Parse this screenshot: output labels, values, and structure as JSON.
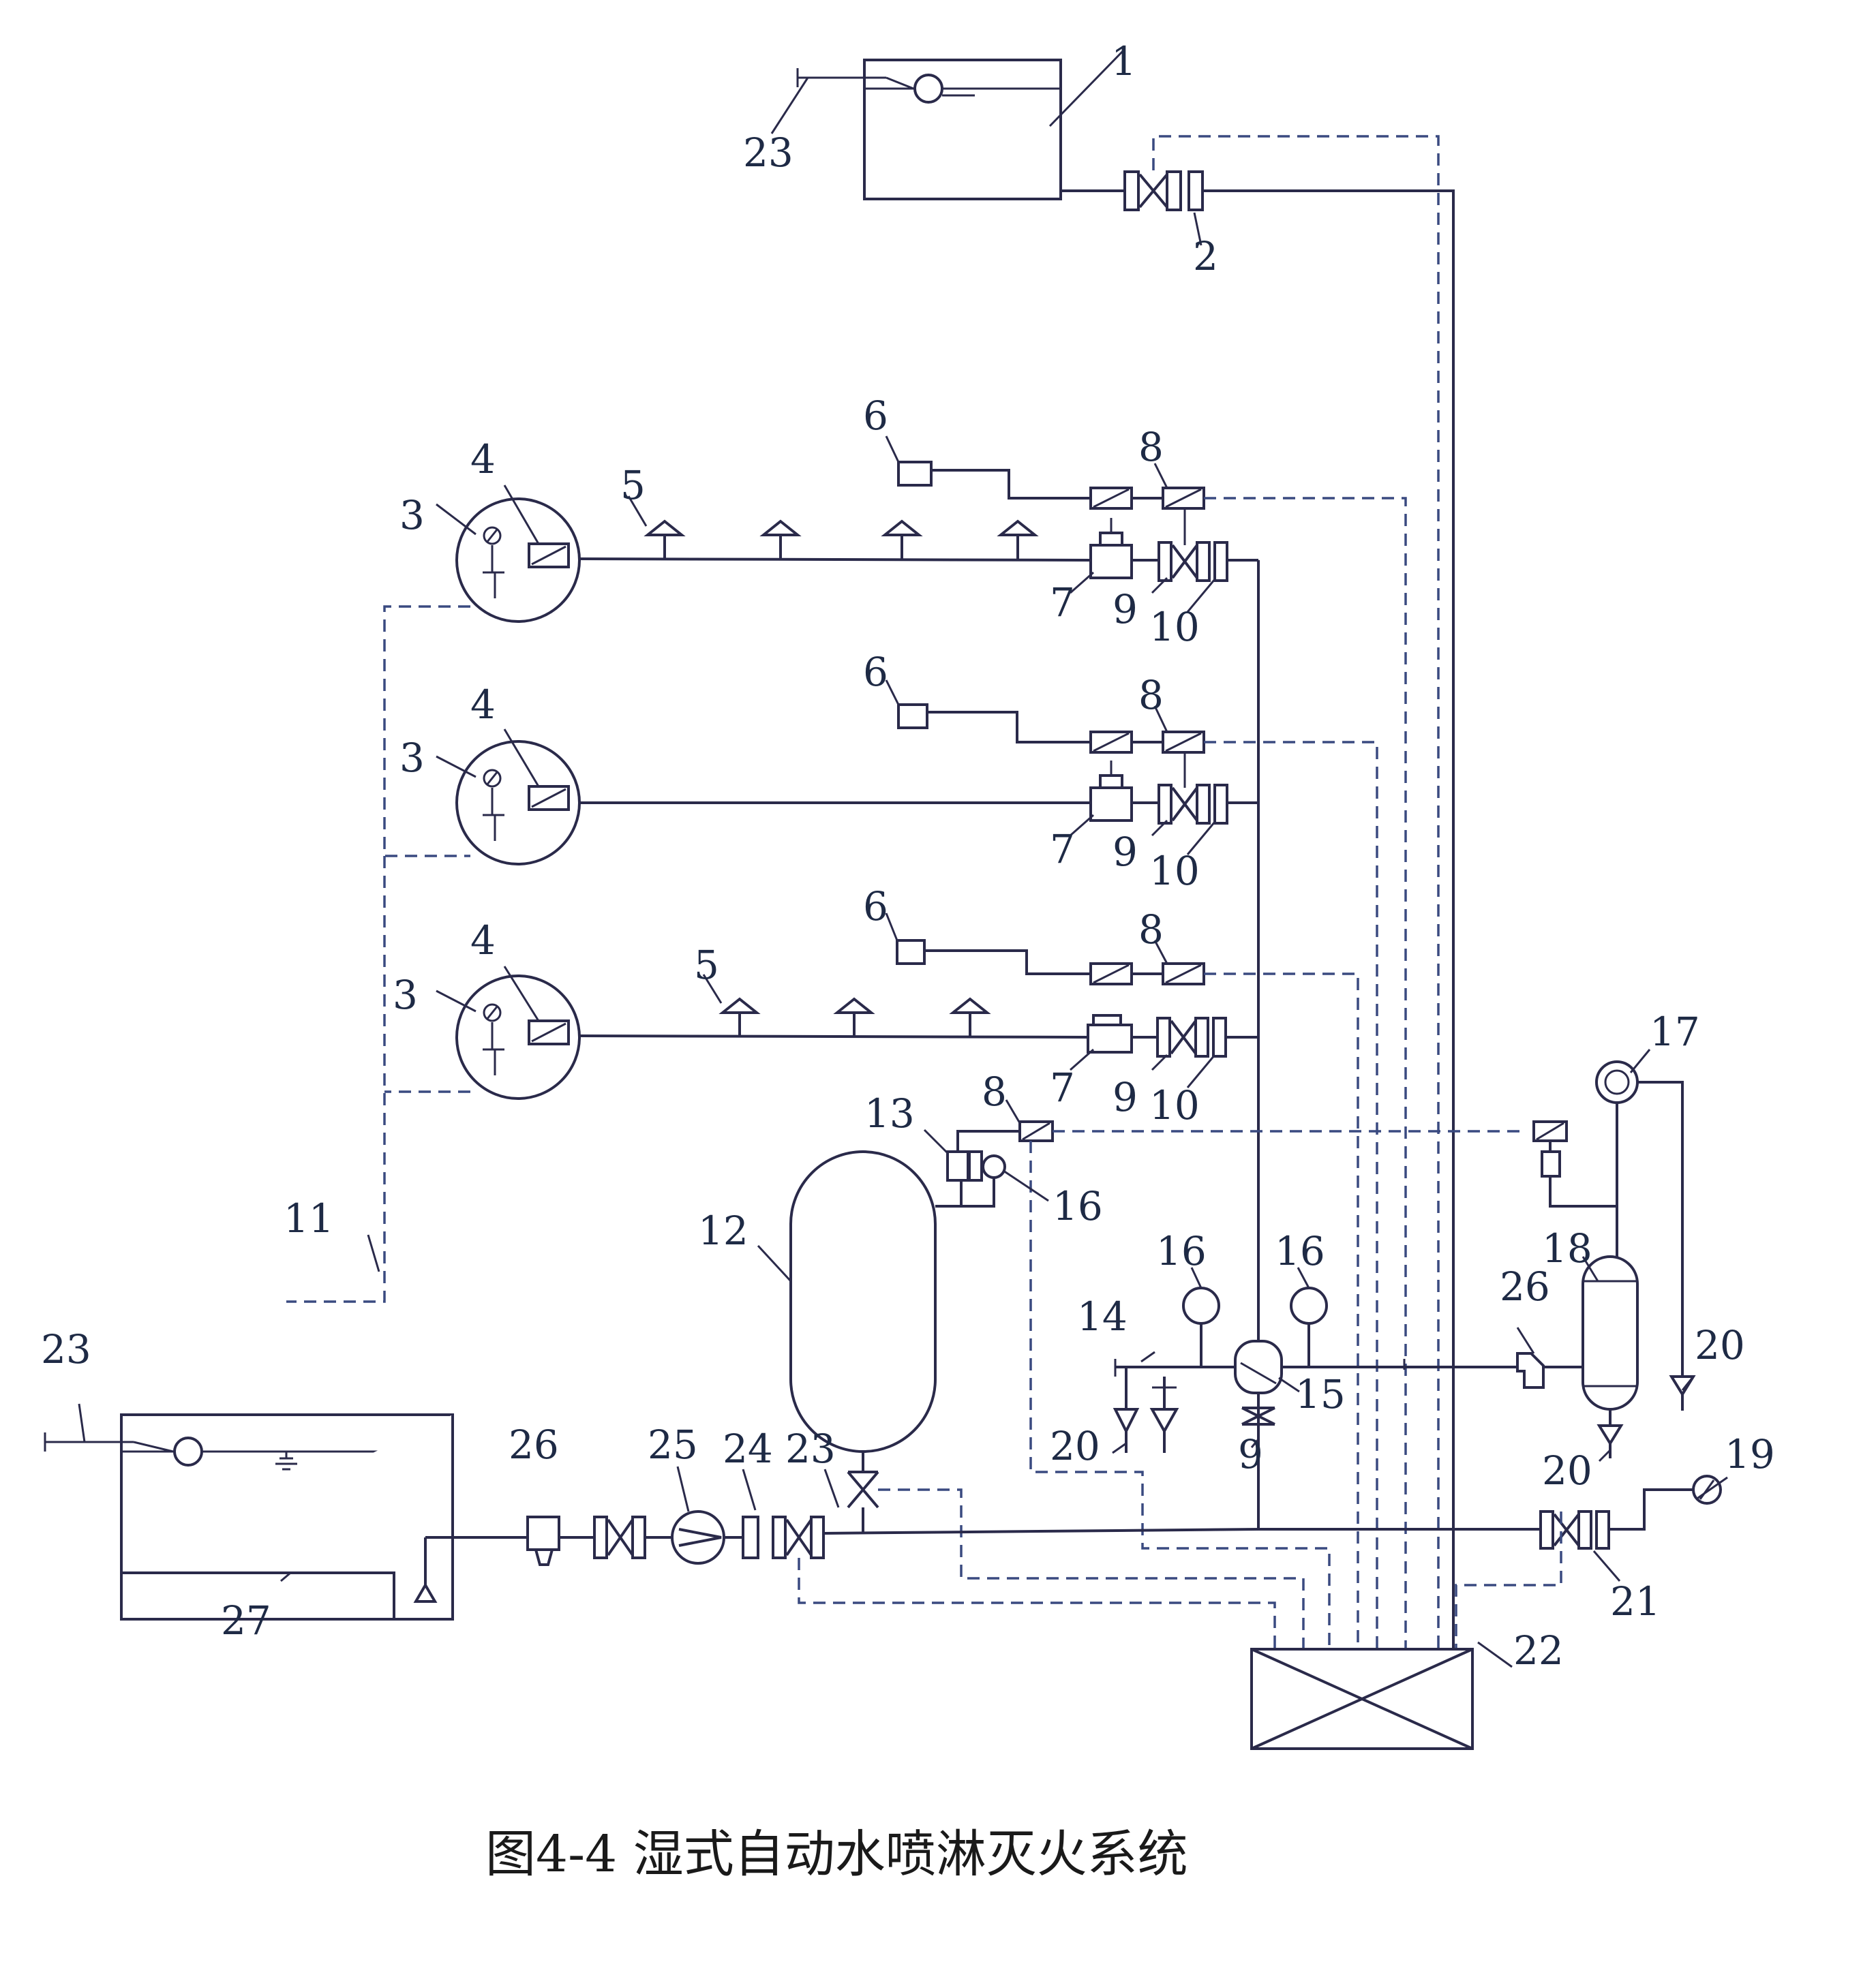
{
  "caption": "图4-4   湿式自动水喷淋灭火系统",
  "labels": {
    "n1": "1",
    "n2": "2",
    "n3a": "3",
    "n3b": "3",
    "n3c": "3",
    "n4a": "4",
    "n4b": "4",
    "n4c": "4",
    "n5a": "5",
    "n5b": "5",
    "n6a": "6",
    "n6b": "6",
    "n6c": "6",
    "n7a": "7",
    "n7b": "7",
    "n7c": "7",
    "n8a": "8",
    "n8b": "8",
    "n8c": "8",
    "n8d": "8",
    "n9a": "9",
    "n9b": "9",
    "n9c": "9",
    "n9d": "9",
    "n10a": "10",
    "n10b": "10",
    "n10c": "10",
    "n11": "11",
    "n12": "12",
    "n13": "13",
    "n14": "14",
    "n15": "15",
    "n16a": "16",
    "n16b": "16",
    "n16c": "16",
    "n17": "17",
    "n18": "18",
    "n19": "19",
    "n20a": "20",
    "n20b": "20",
    "n20c": "20",
    "n21": "21",
    "n22": "22",
    "n23a": "23",
    "n23b": "23",
    "n23c": "23",
    "n24": "24",
    "n25": "25",
    "n26a": "26",
    "n26b": "26",
    "n27": "27"
  }
}
